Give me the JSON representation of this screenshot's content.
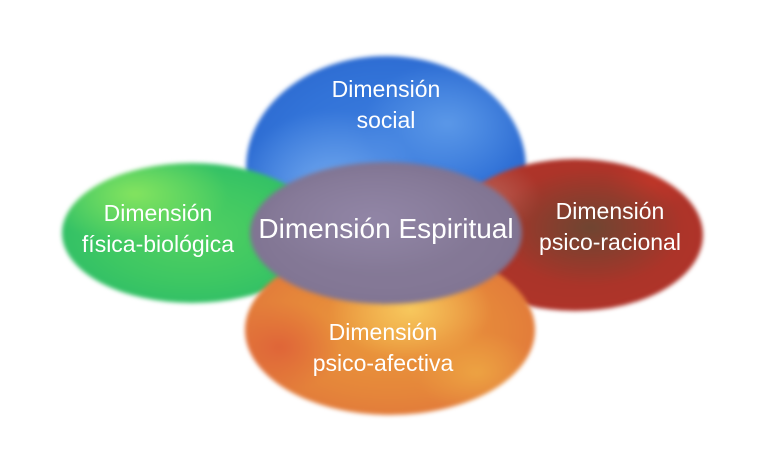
{
  "diagram": {
    "type": "overlapping-ellipse-diagram",
    "background_color": "#ffffff",
    "text_color": "#ffffff",
    "shapes": {
      "social": {
        "line1": "Dimensión",
        "line2": "social",
        "position": "top",
        "colors": {
          "light": "#76acf0",
          "main": "#3273d8",
          "dark": "#2a64c6"
        }
      },
      "fisica": {
        "line1": "Dimensión",
        "line2": "física-biológica",
        "position": "left",
        "colors": {
          "light": "#87e55f",
          "main": "#3dc763",
          "dark": "#28b96a"
        }
      },
      "racional": {
        "line1": "Dimensión",
        "line2": "psico-racional",
        "position": "right",
        "colors": {
          "light": "#c0867a",
          "brown": "#6c4632",
          "main": "#b43129"
        }
      },
      "afectiva": {
        "line1": "Dimensión",
        "line2": "psico-afectiva",
        "position": "bottom",
        "colors": {
          "gold": "#f8cb5f",
          "main": "#e5853a",
          "dark": "#de6c3c"
        }
      },
      "espiritual": {
        "label": "Dimensión Espiritual",
        "position": "center",
        "colors": {
          "light": "#9286a7",
          "main": "#837795",
          "dark": "#766b8a"
        }
      }
    }
  }
}
